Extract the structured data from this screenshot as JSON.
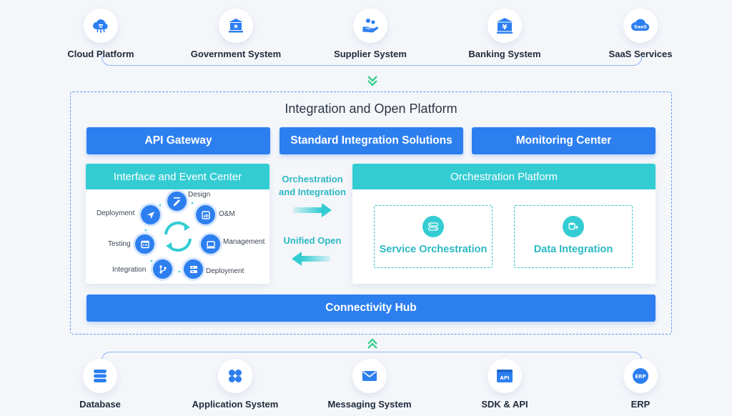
{
  "top_systems": [
    {
      "label": "Cloud Platform",
      "icon": "cloud-icon"
    },
    {
      "label": "Government System",
      "icon": "government-building-icon"
    },
    {
      "label": "Supplier System",
      "icon": "supplier-hand-icon"
    },
    {
      "label": "Banking System",
      "icon": "bank-yen-icon"
    },
    {
      "label": "SaaS Services",
      "icon": "saas-cloud-icon",
      "badge": "SaaS"
    }
  ],
  "platform": {
    "title": "Integration and Open Platform",
    "top_bars": [
      "API Gateway",
      "Standard Integration Solutions",
      "Monitoring Center"
    ],
    "interface_center": {
      "title": "Interface and Event Center",
      "cycle": [
        "Design",
        "O&M",
        "Management",
        "Deployment",
        "Integration",
        "Testing",
        "Deployment"
      ]
    },
    "flow": {
      "right_label_line1": "Orchestration",
      "right_label_line2": "and Integration",
      "left_label": "Unified Open"
    },
    "orchestration_platform": {
      "title": "Orchestration Platform",
      "items": [
        {
          "label": "Service Orchestration",
          "icon": "service-orchestration-icon"
        },
        {
          "label": "Data Integration",
          "icon": "data-integration-icon"
        }
      ]
    },
    "hub": "Connectivity Hub"
  },
  "bottom_systems": [
    {
      "label": "Database",
      "icon": "database-icon"
    },
    {
      "label": "Application System",
      "icon": "application-grid-icon"
    },
    {
      "label": "Messaging System",
      "icon": "envelope-icon"
    },
    {
      "label": "SDK & API",
      "icon": "sdk-api-window-icon",
      "badge": "API"
    },
    {
      "label": "ERP",
      "icon": "erp-icon",
      "badge": "ERP"
    }
  ],
  "colors": {
    "blue": "#2d7ff0",
    "teal": "#34ccd3",
    "text_teal": "#2cb8c4",
    "green_chevron": "#3ccf8e"
  }
}
